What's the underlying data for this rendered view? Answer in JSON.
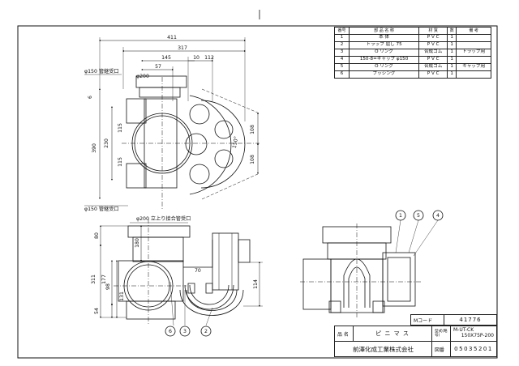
{
  "parts_table": {
    "headers": [
      "番号",
      "部 品 名 称",
      "材 質",
      "数",
      "備 考"
    ],
    "rows": [
      [
        "1",
        "本 体",
        "P V C",
        "1",
        ""
      ],
      [
        "2",
        "トラップ 屈し 75",
        "P V C",
        "1",
        ""
      ],
      [
        "3",
        "O リング",
        "合成ゴム",
        "1",
        "トラップ用"
      ],
      [
        "4",
        "150-8=キャップ φ150",
        "P V C",
        "1",
        ""
      ],
      [
        "5",
        "O リング",
        "合成ゴム",
        "1",
        "キャップ用"
      ],
      [
        "6",
        "プッシング",
        "P V C",
        "1",
        ""
      ]
    ]
  },
  "title_block": {
    "mcode_label": "Mコード",
    "mcode_value": "41776",
    "name_label": "品 名",
    "name_value": "ピ ニ マ ス",
    "model_label": "型式(略号)",
    "model_value_1": "M-UT-CK",
    "model_value_2": "150X75P-200",
    "company": "前澤化成工業株式会社",
    "drawing_no_label": "図番",
    "drawing_no": "05035201"
  },
  "top_view": {
    "dims": {
      "d411": "411",
      "d317": "317",
      "d145": "145",
      "d10": "10",
      "d112": "112",
      "d57": "57",
      "dia200": "φ200",
      "dia150_top": "φ150 管継受口",
      "dia150_bottom": "φ150 管継受口",
      "d6": "6",
      "d390": "390",
      "d230": "230",
      "d115a": "115",
      "d115b": "115",
      "d108a": "108",
      "d108b": "108",
      "d150deg": "150°"
    }
  },
  "front_view": {
    "dims": {
      "riser_label": "φ200 立上り接合管受口",
      "d80": "80",
      "d180": "180",
      "d311": "311",
      "d177": "177",
      "d98": "98",
      "d54": "54",
      "d131": "131",
      "d70": "70",
      "d114": "114"
    },
    "callouts": [
      "6",
      "3",
      "2"
    ]
  },
  "side_view": {
    "callouts": [
      "1",
      "5",
      "4"
    ]
  },
  "colors": {
    "line": "#111111",
    "paper": "#ffffff"
  }
}
